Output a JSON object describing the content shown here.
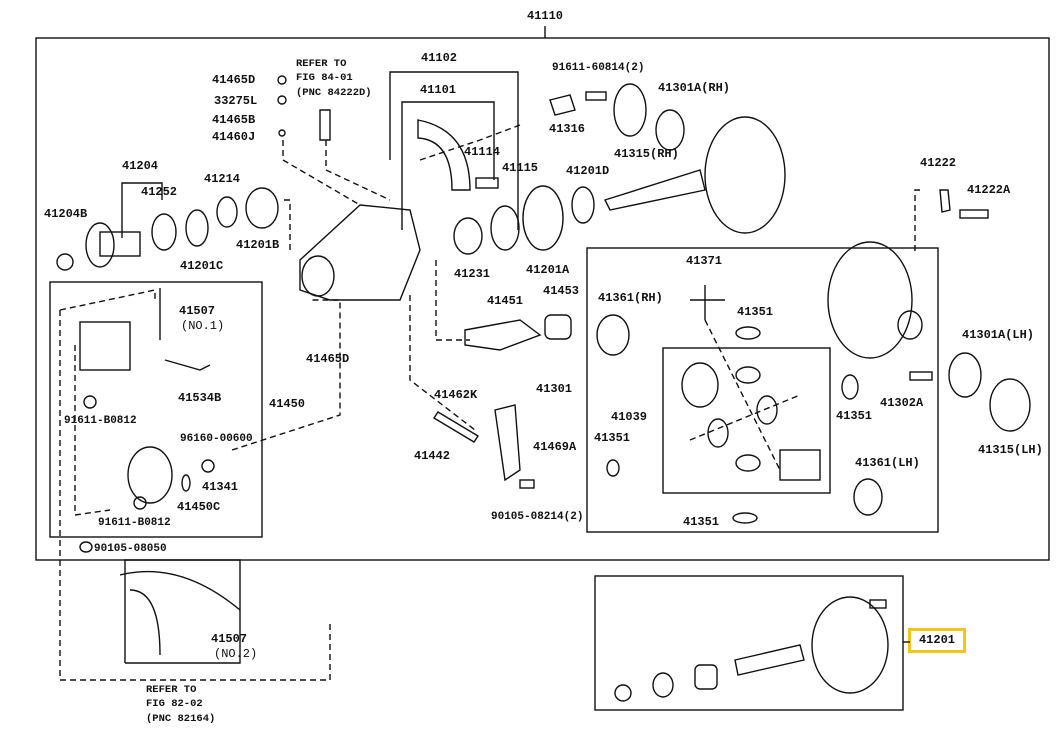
{
  "diagram": {
    "highlight_color": "#f5c518",
    "assembly": "41110",
    "labels": [
      "41465D",
      "33275L",
      "41465B",
      "41460J",
      "41102",
      "41101",
      "91611-60814(2)",
      "41301A(RH)",
      "41316",
      "41315(RH)",
      "41114",
      "41115",
      "41201D",
      "41204",
      "41252",
      "41214",
      "41204B",
      "41201B",
      "41201C",
      "41231",
      "41201A",
      "41222",
      "41222A",
      "41371",
      "41361(RH)",
      "41351",
      "41301A(LH)",
      "41451",
      "41453",
      "41507",
      "(NO.1)",
      "41465D",
      "41534B",
      "41450",
      "41301",
      "41302A",
      "41315(LH)",
      "41462K",
      "41039",
      "41351",
      "41351",
      "91611-B0812",
      "96160-00600",
      "41442",
      "41469A",
      "41341",
      "41450C",
      "41361(LH)",
      "91611-B0812",
      "90105-08214(2)",
      "41351",
      "90105-08050",
      "41507",
      "(NO.2)"
    ],
    "note_top": [
      "REFER TO",
      "FIG 84-01",
      "(PNC 84222D)"
    ],
    "note_bottom": [
      "REFER TO",
      "FIG 82-02",
      "(PNC 82164)"
    ],
    "highlighted_part": "41201"
  }
}
